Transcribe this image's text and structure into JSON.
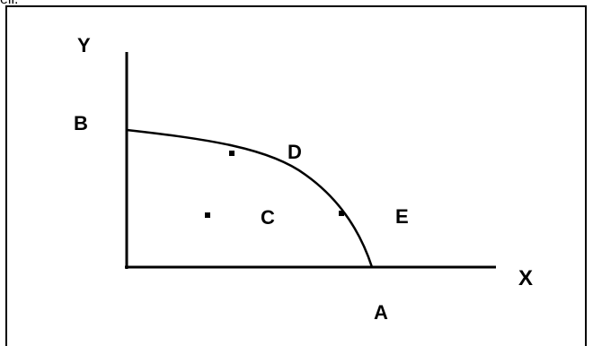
{
  "clipped_text": "ell.",
  "labels": {
    "y_axis": "Y",
    "x_axis": "X",
    "b": "B",
    "a": "A",
    "c": "C",
    "d": "D",
    "e": "E"
  },
  "colors": {
    "ink": "#000000",
    "background": "#ffffff"
  }
}
